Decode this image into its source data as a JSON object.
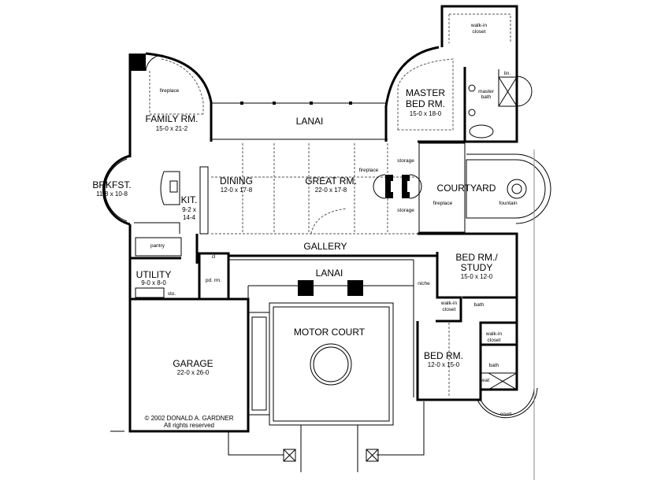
{
  "rooms": {
    "family": {
      "name": "FAMILY RM.",
      "dims": "15-0 x 21-2"
    },
    "lanai_rear": {
      "name": "LANAI"
    },
    "master": {
      "name1": "MASTER",
      "name2": "BED RM.",
      "dims": "15-0 x 18-0"
    },
    "walkin_master": {
      "line1": "walk-in",
      "line2": "closet"
    },
    "master_bath": {
      "line1": "master",
      "line2": "bath"
    },
    "linen": {
      "name": "lin."
    },
    "brkfst": {
      "name": "BRKFST.",
      "dims": "11-8 x 10-8"
    },
    "kit": {
      "name": "KIT.",
      "dims1": "9-2 x",
      "dims2": "14-4"
    },
    "dining": {
      "name": "DINING",
      "dims": "12-0 x 17-8"
    },
    "great": {
      "name": "GREAT RM.",
      "dims": "22-0 x 17-8"
    },
    "courtyard": {
      "name": "COURTYARD"
    },
    "gallery": {
      "name": "GALLERY"
    },
    "pantry": {
      "name": "pantry"
    },
    "utility": {
      "name": "UTILITY",
      "dims": "9-0 x 8-0"
    },
    "sto": {
      "name": "sto."
    },
    "cl": {
      "name": "cl"
    },
    "pdrm": {
      "name": "pd. rm."
    },
    "lanai_front": {
      "name": "LANAI"
    },
    "garage": {
      "name": "GARAGE",
      "dims": "22-0 x 26-0"
    },
    "motor": {
      "name": "MOTOR COURT"
    },
    "study": {
      "name1": "BED RM./",
      "name2": "STUDY",
      "dims": "15-0 x 12-0"
    },
    "walkin1": {
      "line1": "walk-in",
      "line2": "closet"
    },
    "bath1": {
      "name": "bath"
    },
    "bed": {
      "name": "BED RM.",
      "dims": "12-0 x 15-0"
    },
    "walkin2": {
      "line1": "walk-in",
      "line2": "closet"
    },
    "bath2": {
      "name": "bath"
    },
    "seat": {
      "name": "seat"
    },
    "court": {
      "name": "court"
    }
  },
  "annotations": {
    "fireplace_family": "fireplace",
    "fireplace_great": "fireplace",
    "fireplace_courtyard": "fireplace",
    "storage_top": "storage",
    "storage_bottom": "storage",
    "fountain": "fountain",
    "niche": "niche"
  },
  "copyright": {
    "line1": "© 2002 DONALD A. GARDNER",
    "line2": "All rights reserved"
  }
}
